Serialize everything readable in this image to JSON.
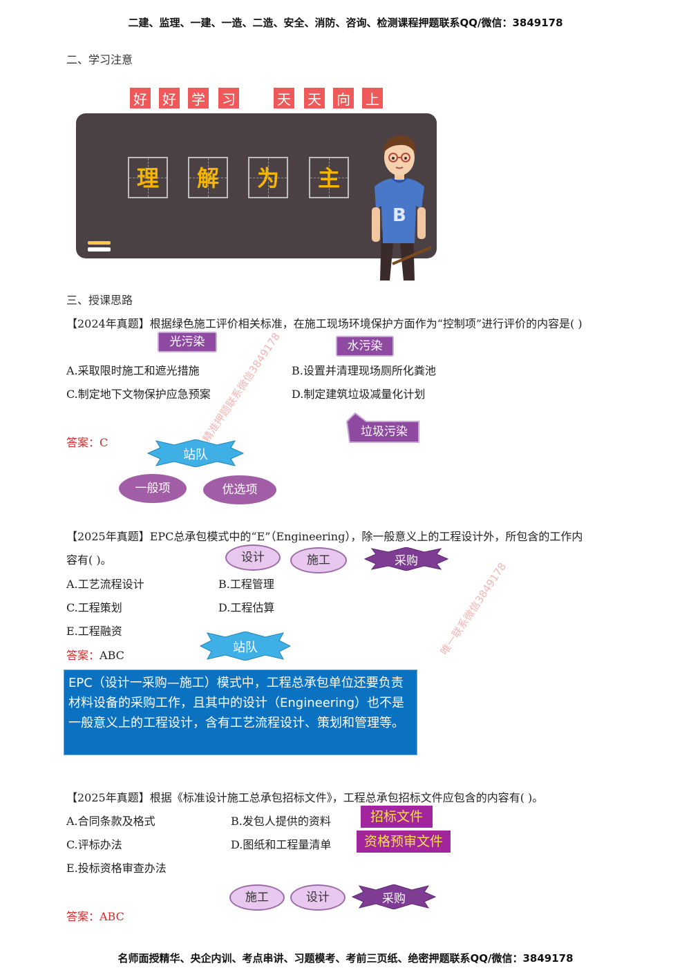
{
  "header": "二建、监理、一建、一造、二造、安全、消防、咨询、检测课程押题联系QQ/微信：3849178",
  "footer": "名师面授精华、央企内训、考点串讲、习题模考、考前三页纸、绝密押题联系QQ/微信：3849178",
  "section2": {
    "title": "二、学习注意",
    "banner_chars": [
      "好",
      "好",
      "学",
      "习",
      "天",
      "天",
      "向",
      "上"
    ],
    "board_chars": [
      "理",
      "解",
      "为",
      "主"
    ]
  },
  "section3": {
    "title": "三、授课思路"
  },
  "q1": {
    "stem": "【2024年真题】根据绿色施工评价相关标准，在施工现场环境保护方面作为“控制项”进行评价的内容是( )",
    "options": {
      "a": "A.采取限时施工和遮光措施",
      "b": "B.设置并清理现场厕所化粪池",
      "c": "C.制定地下文物保护应急预案",
      "d": "D.制定建筑垃圾减量化计划"
    },
    "answer": "答案：C",
    "tags": {
      "light": "光污染",
      "water": "水污染",
      "garbage": "垃圾污染",
      "station": "站队",
      "general": "一般项",
      "preferred": "优选项"
    }
  },
  "q2": {
    "stem_line1": "【2025年真题】EPC总承包模式中的“E”（Engineering），除一般意义上的工程设计外，所包含的工作内",
    "stem_line2": "容有( )。",
    "options": {
      "a": "A.工艺流程设计",
      "b": "B.工程管理",
      "c": "C.工程策划",
      "d": "D.工程估算",
      "e": "E.工程融资"
    },
    "answer_label": "答案：",
    "answer_value": "ABC",
    "tags": {
      "design": "设计",
      "construct": "施工",
      "purchase": "采购",
      "station": "站队"
    },
    "note": "EPC（设计一采购—施工）模式中，工程总承包单位还要负责材料设备的采购工作，且其中的设计（Engineering）也不是一般意义上的工程设计，含有工艺流程设计、策划和管理等。"
  },
  "q3": {
    "stem": "【2025年真题】根据《标准设计施工总承包招标文件》，工程总承包招标文件应包含的内容有( )。",
    "options": {
      "a": "A.合同条款及格式",
      "b": "B.发包人提供的资料",
      "c": "C.评标办法",
      "d": "D.图纸和工程量清单",
      "e": "E.投标资格审查办法"
    },
    "answer": "答案：ABC",
    "tags": {
      "bid_doc": "招标文件",
      "prequal_doc": "资格预审文件",
      "construct": "施工",
      "design": "设计",
      "purchase": "采购"
    }
  },
  "watermarks": {
    "w1": "精准押题联系微信3849178",
    "w2": "唯一联系微信3849178"
  },
  "colors": {
    "accent_red": "#d4282a",
    "purple": "#8e4aa0",
    "blue_note": "#0b72c1",
    "banner_red": "#f0595a"
  }
}
